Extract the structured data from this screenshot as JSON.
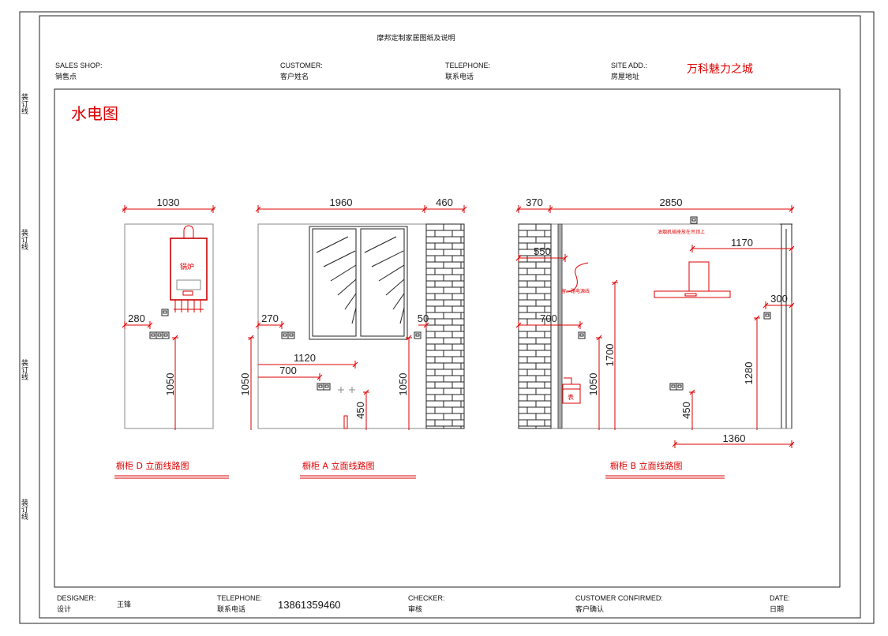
{
  "header": {
    "title": "摩邦定制家居图纸及说明",
    "sales_shop_en": "SALES SHOP:",
    "sales_shop_cn": "销售点",
    "customer_en": "CUSTOMER:",
    "customer_cn": "客户姓名",
    "telephone_en": "TELEPHONE:",
    "telephone_cn": "联系电话",
    "site_en": "SITE ADD.:",
    "site_cn": "房屋地址",
    "site_value": "万科魅力之城"
  },
  "margin_label": "装订线",
  "drawing": {
    "title": "水电图",
    "elevation_d": {
      "caption": "橱柜 D 立面线路图",
      "boiler_label": "锅炉",
      "dims": {
        "width": "1030",
        "left": "280",
        "height": "1050"
      }
    },
    "elevation_a": {
      "caption": "橱柜 A 立面线路图",
      "dims": {
        "width": "1960",
        "brick": "460",
        "left": "270",
        "d1120": "1120",
        "d700": "700",
        "h_left": "1050",
        "h_right": "1050",
        "h450": "450",
        "d50": "50"
      }
    },
    "elevation_b": {
      "caption": "橱柜 B 立面线路图",
      "note_hood": "油烟机插座放在吊顶上",
      "note_power": "留一路电源线",
      "meter_label": "表",
      "dims": {
        "brick": "370",
        "width": "2850",
        "d550": "550",
        "d1170": "1170",
        "d300": "300",
        "d700": "700",
        "h1700": "1700",
        "h1050": "1050",
        "h1280": "1280",
        "h450": "450",
        "d1360": "1360"
      }
    }
  },
  "footer": {
    "designer_en": "DESIGNER:",
    "designer_cn": "设计",
    "designer_name": "王锋",
    "telephone_en": "TELEPHONE:",
    "telephone_cn": "联系电话",
    "telephone_value": "13861359460",
    "checker_en": "CHECKER:",
    "checker_cn": "审核",
    "confirmed_en": "CUSTOMER CONFIRMED:",
    "confirmed_cn": "客户确认",
    "date_en": "DATE:",
    "date_cn": "日期"
  },
  "colors": {
    "accent": "#dd0000",
    "line": "#222222"
  }
}
